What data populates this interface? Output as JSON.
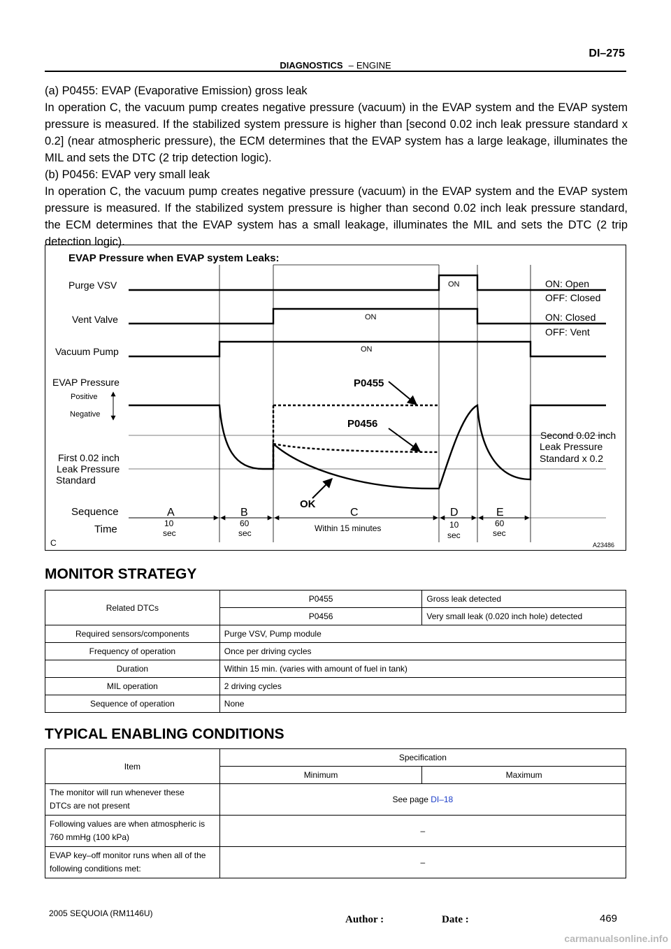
{
  "header": {
    "section": "DIAGNOSTICS",
    "dash": "–",
    "subsection": "ENGINE",
    "page_code": "DI–275"
  },
  "body": {
    "p1_title": "(a)    P0455: EVAP (Evaporative Emission) gross leak",
    "p1_text": "In operation C, the vacuum pump creates negative pressure (vacuum) in the EVAP system and the EVAP system pressure is measured. If the stabilized system pressure is higher than [second 0.02 inch leak pressure standard x 0.2] (near atmospheric pressure), the ECM determines that the EVAP system has a large leakage, illuminates the MIL and sets the DTC (2 trip detection logic).",
    "p2_title": "(b)    P0456: EVAP very small leak",
    "p2_text": "In operation C, the vacuum pump creates negative pressure (vacuum) in the EVAP system and the EVAP system pressure is measured. If the stabilized system pressure is higher than second 0.02 inch leak pressure standard, the ECM determines that the EVAP system has a small leakage, illuminates the MIL and sets the DTC (2 trip detection logic)."
  },
  "diagram": {
    "title": "EVAP Pressure when EVAP system Leaks:",
    "rows": {
      "purge": "Purge VSV",
      "vent": "Vent Valve",
      "pump": "Vacuum Pump",
      "pressure": "EVAP Pressure",
      "positive": "Positive",
      "negative": "Negative",
      "first1": "First 0.02 inch",
      "first2": "Leak Pressure",
      "first3": "Standard",
      "sequence": "Sequence",
      "time": "Time"
    },
    "on_label": "ON",
    "purge_note1": "ON: Open",
    "purge_note2": "OFF: Closed",
    "vent_note1": "ON: Closed",
    "vent_note2": "OFF: Vent",
    "second1": "Second 0.02 inch",
    "second2": "Leak Pressure",
    "second3": "Standard x 0.2",
    "p0455": "P0455",
    "p0456": "P0456",
    "ok": "OK",
    "seq": [
      "A",
      "B",
      "C",
      "D",
      "E"
    ],
    "time_labels": {
      "a1": "10",
      "a2": "sec",
      "b1": "60",
      "b2": "sec",
      "c": "Within 15 minutes",
      "d1": "10",
      "d2": "sec",
      "e1": "60",
      "e2": "sec"
    },
    "corner_left": "C",
    "figure_id": "A23486"
  },
  "monitor": {
    "heading": "MONITOR STRATEGY",
    "related_dtcs_label": "Related DTCs",
    "dtcs": [
      {
        "code": "P0455",
        "desc": "Gross leak detected"
      },
      {
        "code": "P0456",
        "desc": "Very small leak (0.020 inch hole) detected"
      }
    ],
    "rows": [
      {
        "label": "Required sensors/components",
        "value": "Purge VSV, Pump module"
      },
      {
        "label": "Frequency of operation",
        "value": "Once per driving cycles"
      },
      {
        "label": "Duration",
        "value": "Within 15 min. (varies with amount of fuel in tank)"
      },
      {
        "label": "MIL operation",
        "value": "2 driving cycles"
      },
      {
        "label": "Sequence of operation",
        "value": "None"
      }
    ]
  },
  "enabling": {
    "heading": "TYPICAL ENABLING CONDITIONS",
    "item_label": "Item",
    "spec_label": "Specification",
    "min_label": "Minimum",
    "max_label": "Maximum",
    "rows": [
      {
        "line1": "The monitor will run whenever these",
        "line2": "DTCs are not present",
        "spec_prefix": "See page ",
        "spec_link": "DI–18"
      },
      {
        "line1": "Following values are when atmospheric is",
        "line2": "760 mmHg (100 kPa)",
        "spec": "–"
      },
      {
        "line1": "EVAP key–off monitor runs when all of the",
        "line2": "following conditions met:",
        "spec": "–"
      }
    ]
  },
  "footer": {
    "model": "2005 SEQUOIA   (RM1146U)",
    "author": "Author :",
    "date": "Date :",
    "page": "469",
    "watermark": "carmanualsonline.info"
  }
}
